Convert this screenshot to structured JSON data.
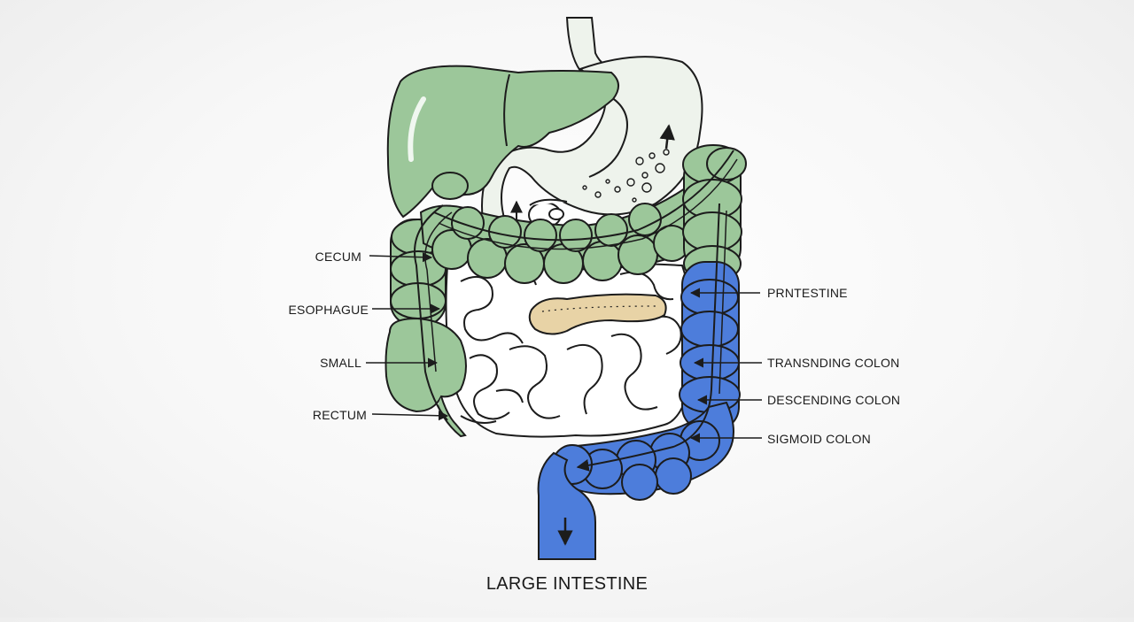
{
  "colors": {
    "green": "#9cc79a",
    "blue": "#4d7ddb",
    "pancreas": "#e8d3a6",
    "stomach": "#eef3ec",
    "outline": "#1c1c1c"
  },
  "labels_left": [
    "CECUM",
    "ESOPHAGUE",
    "SMALL",
    "RECTUM"
  ],
  "labels_right": [
    "PRNTESTINE",
    "TRANSNDING COLON",
    "DESCENDING COLON",
    "SIGMOID COLON"
  ],
  "caption": "LARGE INTESTINE"
}
